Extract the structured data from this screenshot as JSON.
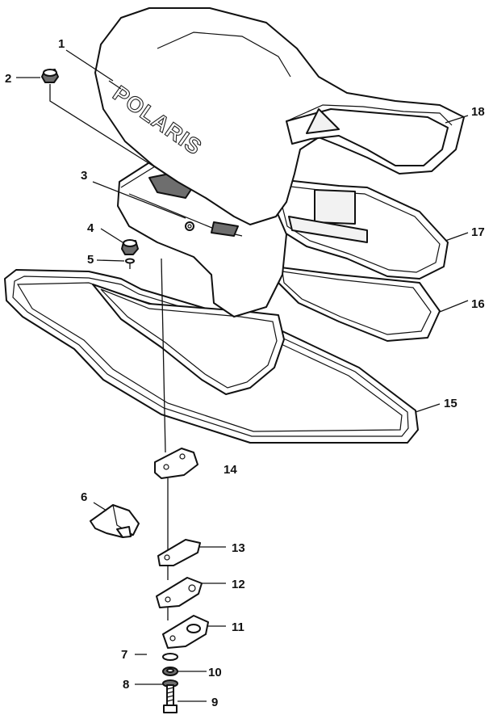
{
  "diagram": {
    "type": "exploded parts diagram",
    "logo_text": "POLARIS",
    "callouts": [
      "1",
      "2",
      "3",
      "4",
      "5",
      "6",
      "7",
      "8",
      "9",
      "10",
      "11",
      "12",
      "13",
      "14",
      "15",
      "16",
      "17",
      "18"
    ]
  }
}
